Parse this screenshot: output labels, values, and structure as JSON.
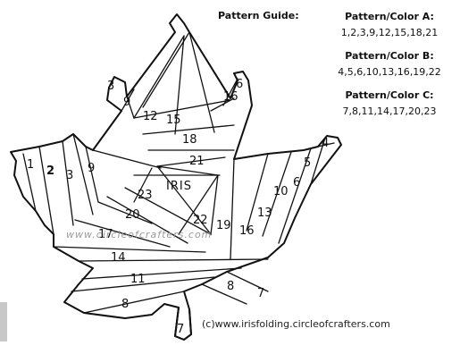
{
  "guide": {
    "title": "Pattern Guide:",
    "a_label": "Pattern/Color A:",
    "a_pieces": "1,2,3,9,12,15,18,21",
    "b_label": "Pattern/Color B:",
    "b_pieces": "4,5,6,10,13,16,19,22",
    "c_label": "Pattern/Color C:",
    "c_pieces": "7,8,11,14,17,20,23"
  },
  "center_label": "IRIS",
  "watermark": "www.circleofcrafters.com",
  "copyright": "(c)www.irisfolding.circleofcrafters.com",
  "piece_numbers": [
    "1",
    "2",
    "3",
    "4",
    "5",
    "6",
    "7",
    "8",
    "9",
    "10",
    "11",
    "12",
    "13",
    "14",
    "15",
    "16",
    "17",
    "18",
    "19",
    "20",
    "21",
    "22",
    "23"
  ],
  "colors": {
    "line": "#111111",
    "watermark": "#9a9a9a",
    "background": "#ffffff"
  }
}
